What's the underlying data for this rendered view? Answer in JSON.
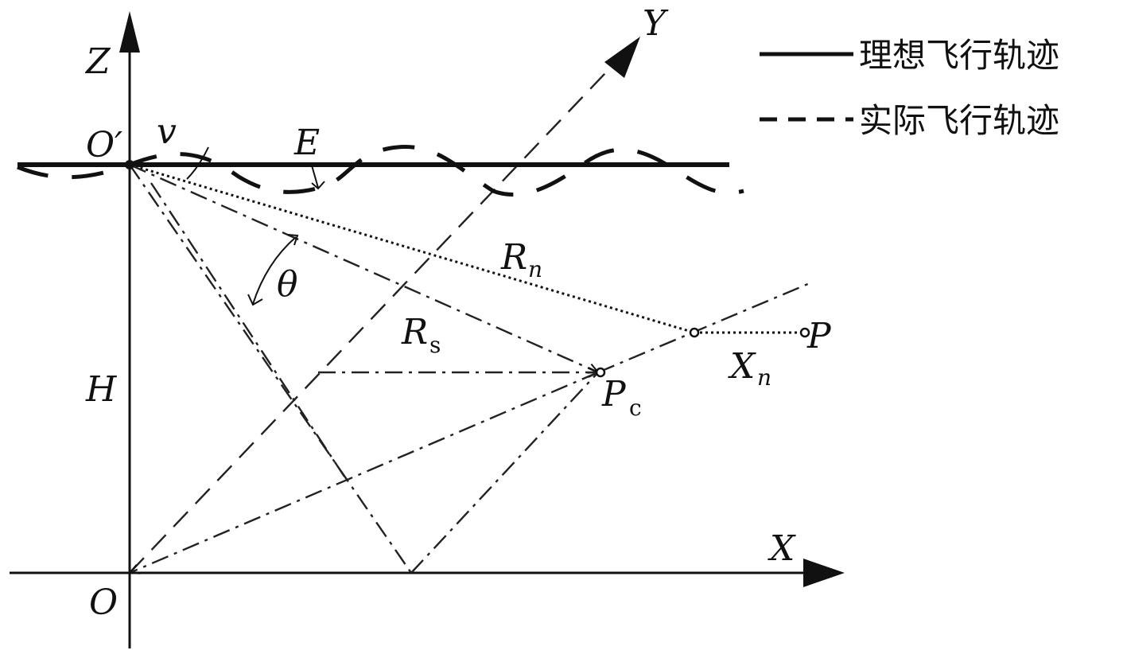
{
  "diagram": {
    "axes": {
      "x": "X",
      "y": "Y",
      "z": "Z"
    },
    "points": {
      "origin": "O",
      "origin_prime": "O′",
      "target": "P",
      "scene_center_main": "P",
      "scene_center_sub": "c"
    },
    "symbols": {
      "velocity": "v",
      "error": "E",
      "angle": "θ",
      "height": "H",
      "range_n_main": "R",
      "range_n_sub": "n",
      "range_s_main": "R",
      "range_s_sub": "s",
      "offset_main": "X",
      "offset_sub": "n"
    },
    "legend": [
      {
        "label": "理想飞行轨迹",
        "style": "solid"
      },
      {
        "label": "实际飞行轨迹",
        "style": "dashed"
      }
    ]
  }
}
